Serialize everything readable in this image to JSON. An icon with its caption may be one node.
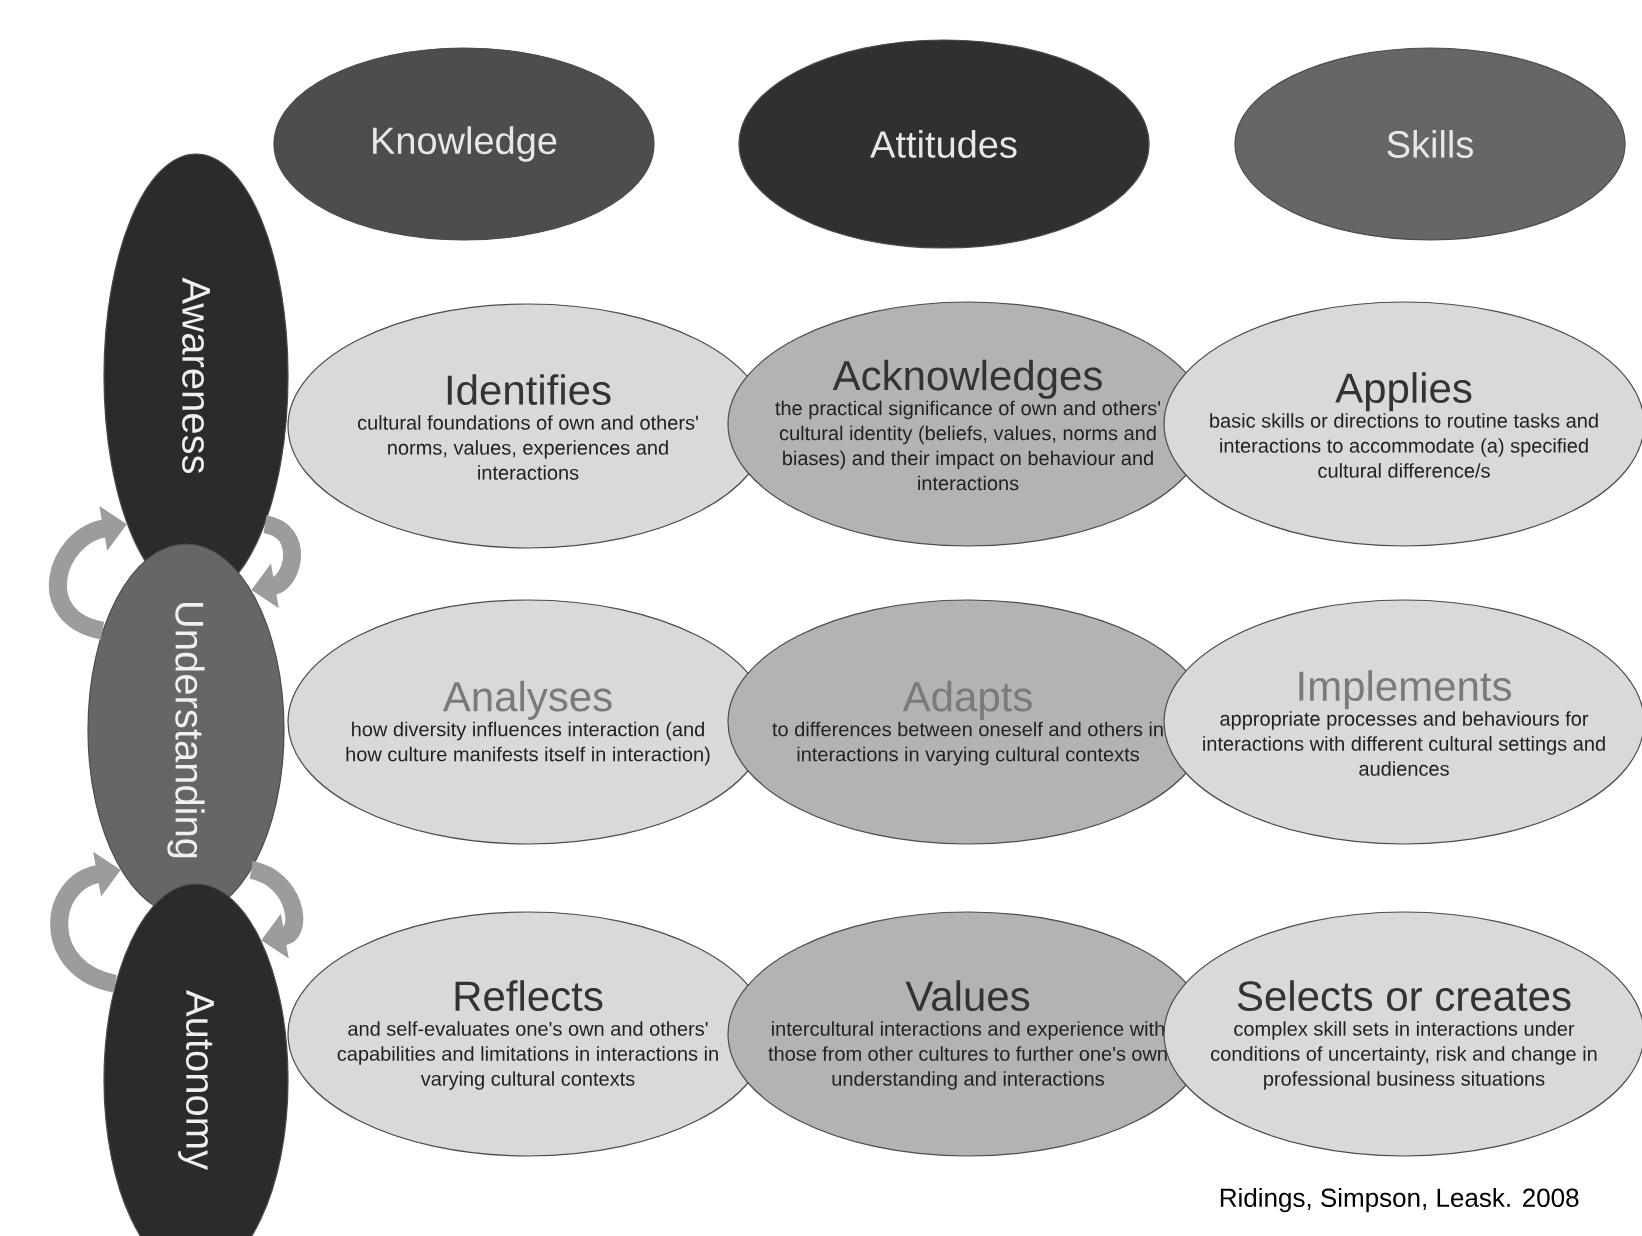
{
  "diagram": {
    "nodes": [
      {
        "text": [
          "Knowledge"
        ]
      },
      {
        "text": [
          "Attitudes"
        ]
      },
      {
        "text": [
          "Skills"
        ]
      },
      {
        "text": [
          "Awareness"
        ]
      },
      {
        "text": [
          "Understanding"
        ]
      },
      {
        "text": [
          "Autonomy"
        ]
      },
      {
        "text": [
          "Identifies",
          "cultural foundations of own and others' norms, values, experiences and interactions"
        ]
      },
      {
        "text": [
          "Acknowledges",
          "the practical significance of own and others' cultural identity (beliefs, values, norms and biases) and their impact on behaviour and interactions"
        ]
      },
      {
        "text": [
          "Applies",
          "basic skills or directions to routine tasks and interactions to accommodate (a) specified cultural difference/s"
        ]
      },
      {
        "text": [
          "Analyses",
          "how diversity influences interaction (and how culture manifests itself in interaction)"
        ]
      },
      {
        "text": [
          "Adapts",
          "to differences between oneself and others in interactions in varying cultural contexts"
        ]
      },
      {
        "text": [
          "Implements",
          "appropriate processes and behaviours for interactions with different cultural settings and audiences"
        ]
      },
      {
        "text": [
          "Reflects",
          "and self-evaluates one's own and others' capabilities and limitations in interactions in varying cultural contexts"
        ]
      },
      {
        "text": [
          "Values",
          "intercultural interactions and experience with those from other cultures to further one's own understanding and interactions"
        ]
      },
      {
        "text": [
          "Selects or creates",
          "complex skill sets in interactions under conditions of uncertainty, risk and change in professional business situations"
        ]
      }
    ],
    "edges": [
      {
        "from": 4,
        "to": 3,
        "arrow": "to"
      },
      {
        "from": 3,
        "to": 4,
        "arrow": "to"
      },
      {
        "from": 5,
        "to": 4,
        "arrow": "to"
      },
      {
        "from": 4,
        "to": 5,
        "arrow": "to"
      }
    ],
    "labels": [
      "Ridings, Simpson, Leask. 2008"
    ]
  }
}
